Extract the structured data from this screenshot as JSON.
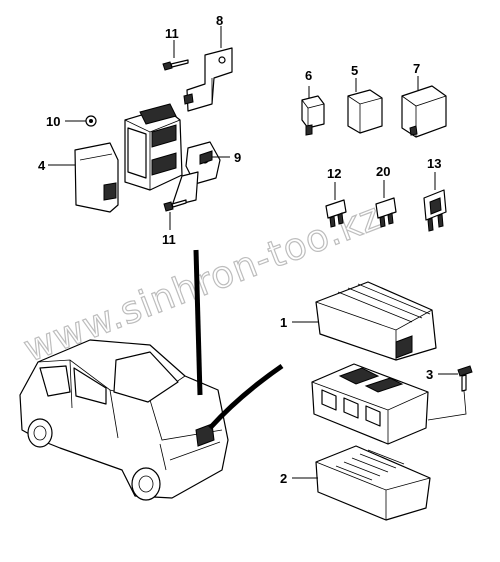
{
  "callouts": {
    "c1": "1",
    "c2": "2",
    "c3": "3",
    "c4": "4",
    "c5": "5",
    "c6": "6",
    "c7": "7",
    "c8": "8",
    "c9": "9",
    "c10": "10",
    "c11a": "11",
    "c11b": "11",
    "c12": "12",
    "c13": "13",
    "c20": "20"
  },
  "watermark": "www.sinhron-too.kz",
  "colors": {
    "ink": "#000000",
    "watermark": "#bdbdbd",
    "background": "#ffffff"
  }
}
